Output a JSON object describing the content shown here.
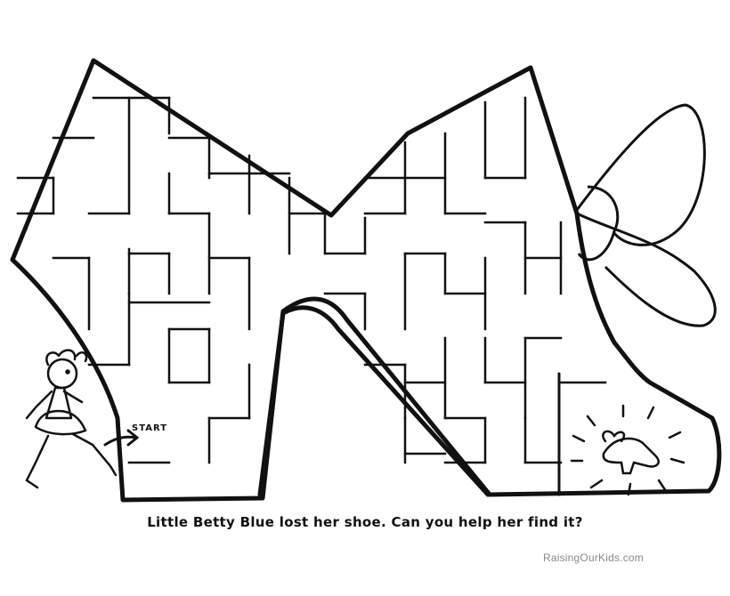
{
  "maze": {
    "start_label": "START",
    "caption": "Little Betty Blue lost her shoe. Can you help her find it?",
    "credit": "RaisingOurKids.com"
  },
  "colors": {
    "ink": "#111111",
    "paper": "#ffffff",
    "credit": "#888888"
  }
}
